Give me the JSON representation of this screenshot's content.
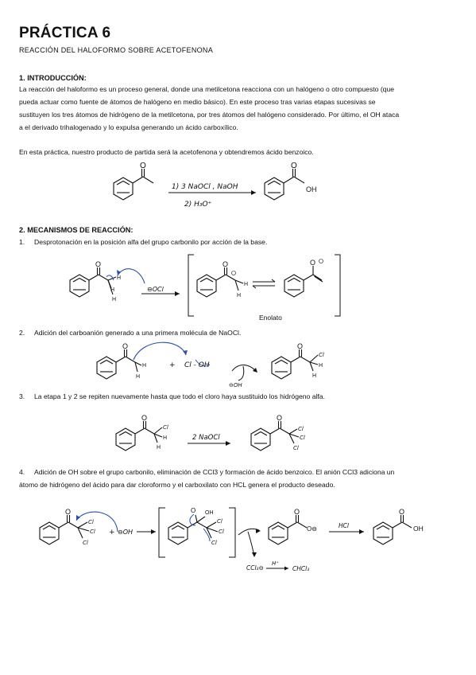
{
  "title": "PRÁCTICA 6",
  "subtitle": "REACCIÓN DEL HALOFORMO SOBRE ACETOFENONA",
  "intro": {
    "heading": "1.   INTRODUCCIÓN:",
    "lines": [
      "La reacción del haloformo es un proceso general, donde una metilcetona reacciona con un halógeno o otro compuesto (que",
      "pueda actuar como fuente de átomos de halógeno en medio básico). En este proceso tras varias etapas sucesivas se",
      "sustituyen los tres átomos de hidrógeno de la metilcetona, por tres átomos del halógeno considerado. Por último, el OH ataca",
      "a el derivado trihalogenado y lo expulsa generando un ácido carboxílico."
    ],
    "practice_line": "En esta práctica, nuestro producto de partida será la acetofenona y obtendremos ácido benzoico."
  },
  "reaction": {
    "reagent_1": "1) 3 NaOCl , NaOH",
    "reagent_2": "2) H₃O⁺",
    "o_label": "O",
    "oh_label": "OH"
  },
  "mechanism": {
    "heading": "2. MECANISMOS DE REACCIÓN:",
    "steps": [
      {
        "num": "1.",
        "text": "Desprotonación en la posición alfa del grupo carbonilo por acción de la base."
      },
      {
        "num": "2.",
        "text": "Adición del carboanión generado a una primera molécula de NaOCl."
      },
      {
        "num": "3.",
        "text": "La etapa 1 y 2 se repiten nuevamente hasta que todo el cloro haya sustituido los hidrógeno alfa."
      },
      {
        "num": "4.",
        "text": "Adición de OH sobre el grupo carbonilo, eliminación de CCl3 y formación de ácido benzoico. El anión CCl3 adiciona un"
      }
    ],
    "step4_line2": "átomo de hidrógeno del ácido para dar cloroformo y el carboxilato con HCL genera el producto deseado.",
    "enolato": "Enolato",
    "labels": {
      "h": "H",
      "o": "O",
      "cl": "Cl",
      "ocl": "⊖OCl",
      "cl_oh": "Cl - OH",
      "oh_minus": "⊖OH",
      "plus": "+",
      "oh_attack": "⊖OH",
      "naocl2": "2 NaOCl",
      "hcl": "HCl",
      "ccl3": "CCl₃⊖",
      "hplus": "H⁺",
      "chcl3": "CHCl₃",
      "o_minus": "O⊖",
      "oh": "OH"
    }
  }
}
